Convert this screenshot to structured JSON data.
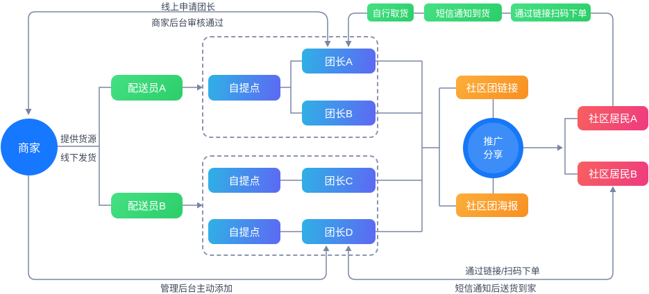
{
  "canvas": {
    "bg": "#ffffff"
  },
  "palette": {
    "line": "#7A85A3",
    "dash_border": "#8A94AE",
    "annotation_text": "#3D4659",
    "green_from": "#45E084",
    "green_to": "#2CCE69",
    "blue_from": "#2FB1E6",
    "blue_to": "#5D68F3",
    "orange_from": "#FCAE3B",
    "orange_to": "#F78F21",
    "pink_from": "#F8605F",
    "pink_to": "#EE3A80",
    "merchant_blue": "#1677FF",
    "promo_ring": "#1677F8",
    "promo_fill": "#3D8DF8"
  },
  "nodes": {
    "merchant": {
      "label": "商家"
    },
    "courier_a": {
      "label": "配送员A"
    },
    "courier_b": {
      "label": "配送员B"
    },
    "pickup_1": {
      "label": "自提点"
    },
    "pickup_2": {
      "label": "自提点"
    },
    "pickup_3": {
      "label": "自提点"
    },
    "leader_a": {
      "label": "团长A"
    },
    "leader_b": {
      "label": "团长B"
    },
    "leader_c": {
      "label": "团长C"
    },
    "leader_d": {
      "label": "团长D"
    },
    "community_link": {
      "label": "社区团链接"
    },
    "community_poster": {
      "label": "社区团海报"
    },
    "promo_share": {
      "line1": "推广",
      "line2": "分享"
    },
    "resident_a": {
      "label": "社区居民A"
    },
    "resident_b": {
      "label": "社区居民B"
    }
  },
  "badges": [
    {
      "label": "自行取货"
    },
    {
      "label": "短信通知到货"
    },
    {
      "label": "通过链接扫码下单"
    }
  ],
  "annotations": {
    "apply_online": "线上申请团长",
    "review_passed": "商家后台审核通过",
    "provide_supply": "提供货源",
    "offline_shipping": "线下发货",
    "admin_backend_add": "管理后台主动添加",
    "order_via_link_scan": "通过链接/扫码下单",
    "sms_then_home_delivery": "短信通知后送货到家"
  }
}
